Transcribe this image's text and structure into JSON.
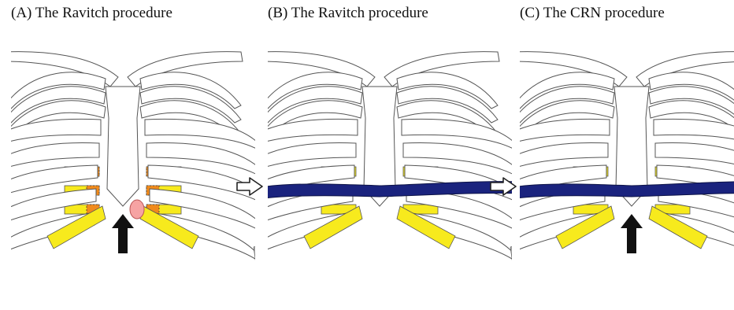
{
  "figure": {
    "panels": [
      {
        "id": "A",
        "title": "(A) The Ravitch procedure",
        "shows_push_arrow": true,
        "shows_bar": false,
        "shows_sternal_piece": true
      },
      {
        "id": "B",
        "title": "(B) The Ravitch procedure",
        "shows_push_arrow": false,
        "shows_bar": true,
        "shows_sternal_piece": false
      },
      {
        "id": "C",
        "title": "(C) The CRN procedure",
        "shows_push_arrow": true,
        "shows_bar": true,
        "shows_sternal_piece": false
      }
    ],
    "colors": {
      "rib_fill": "#ffffff",
      "rib_stroke": "#555555",
      "costal_gray": "#a8a8a8",
      "cartilage_yellow": "#f7ea1d",
      "resected_orange": "#f08a1c",
      "bar_navy": "#1a237e",
      "xiphoid_pink": "#f6a3a3",
      "arrow_black": "#111111"
    },
    "icons": [
      "up-arrow-icon",
      "right-outline-arrow-icon"
    ]
  }
}
